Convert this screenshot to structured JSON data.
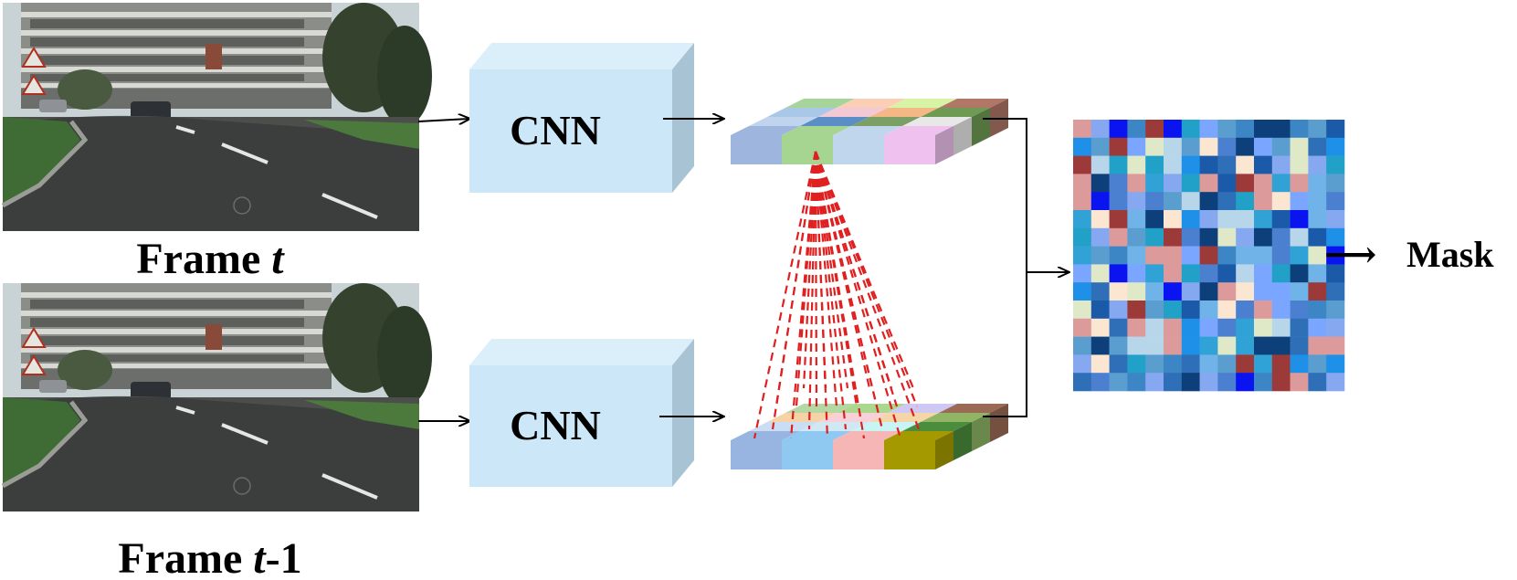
{
  "frames": [
    {
      "id": "t",
      "label_prefix": "Frame ",
      "label_var": "t",
      "label_suffix": ""
    },
    {
      "id": "t-1",
      "label_prefix": "Frame ",
      "label_var": "t",
      "label_suffix": "-1"
    }
  ],
  "encoders": [
    {
      "label": "CNN"
    },
    {
      "label": "CNN"
    }
  ],
  "output": {
    "label": "Mask",
    "arrow": "⟶"
  },
  "colors": {
    "cnn_front": "#cce8f8",
    "cnn_top": "#dbeffb",
    "cnn_side": "#a8c4d4",
    "attention_lines": "#e02020",
    "road": "#3c3e3e",
    "grass": "#3f6b35",
    "sky": "#c9d3d6",
    "building": "#8b8d88"
  },
  "feature_maps": {
    "top_front": [
      "#9eb6dd",
      "#a6d491",
      "#c0d6ec",
      "#efc1ef"
    ],
    "top_mid": [
      "#c0d4ee",
      "#5c8ec6",
      "#7c9f66",
      "#e8e8e8"
    ],
    "top_back": [
      "#a9c8e8",
      "#f4c9d6",
      "#f3b886",
      "#6f9a54"
    ],
    "top_far": [
      "#a6d49a",
      "#fbcfb5",
      "#d6f4a4",
      "#b07767"
    ],
    "bottom_front": [
      "#98b4e0",
      "#8fc8f0",
      "#f6b6b6",
      "#a49a00"
    ],
    "bottom_mid": [
      "#c9def4",
      "#d0e8f4",
      "#c9f4f4",
      "#4b8d3d"
    ],
    "bottom_back": [
      "#f6d3a6",
      "#f8d0d8",
      "#f4d6a8",
      "#8fb565"
    ],
    "bottom_far": [
      "#b4d8a4",
      "#a9d88e",
      "#cfc8f4",
      "#9a6a55"
    ]
  },
  "mask_palette": [
    "#1e90e8",
    "#5a9ed0",
    "#2f6fb8",
    "#0d3f7a",
    "#6fb3e8",
    "#86a8f0",
    "#1a5aa8",
    "#31a2d6",
    "#4b7fd0",
    "#0a14f0",
    "#dd9a9a",
    "#fbe6d2",
    "#9c3a3a",
    "#b8d6ea",
    "#dfe9c8",
    "#21a0c8",
    "#7aa6ff",
    "#3d86c6"
  ]
}
